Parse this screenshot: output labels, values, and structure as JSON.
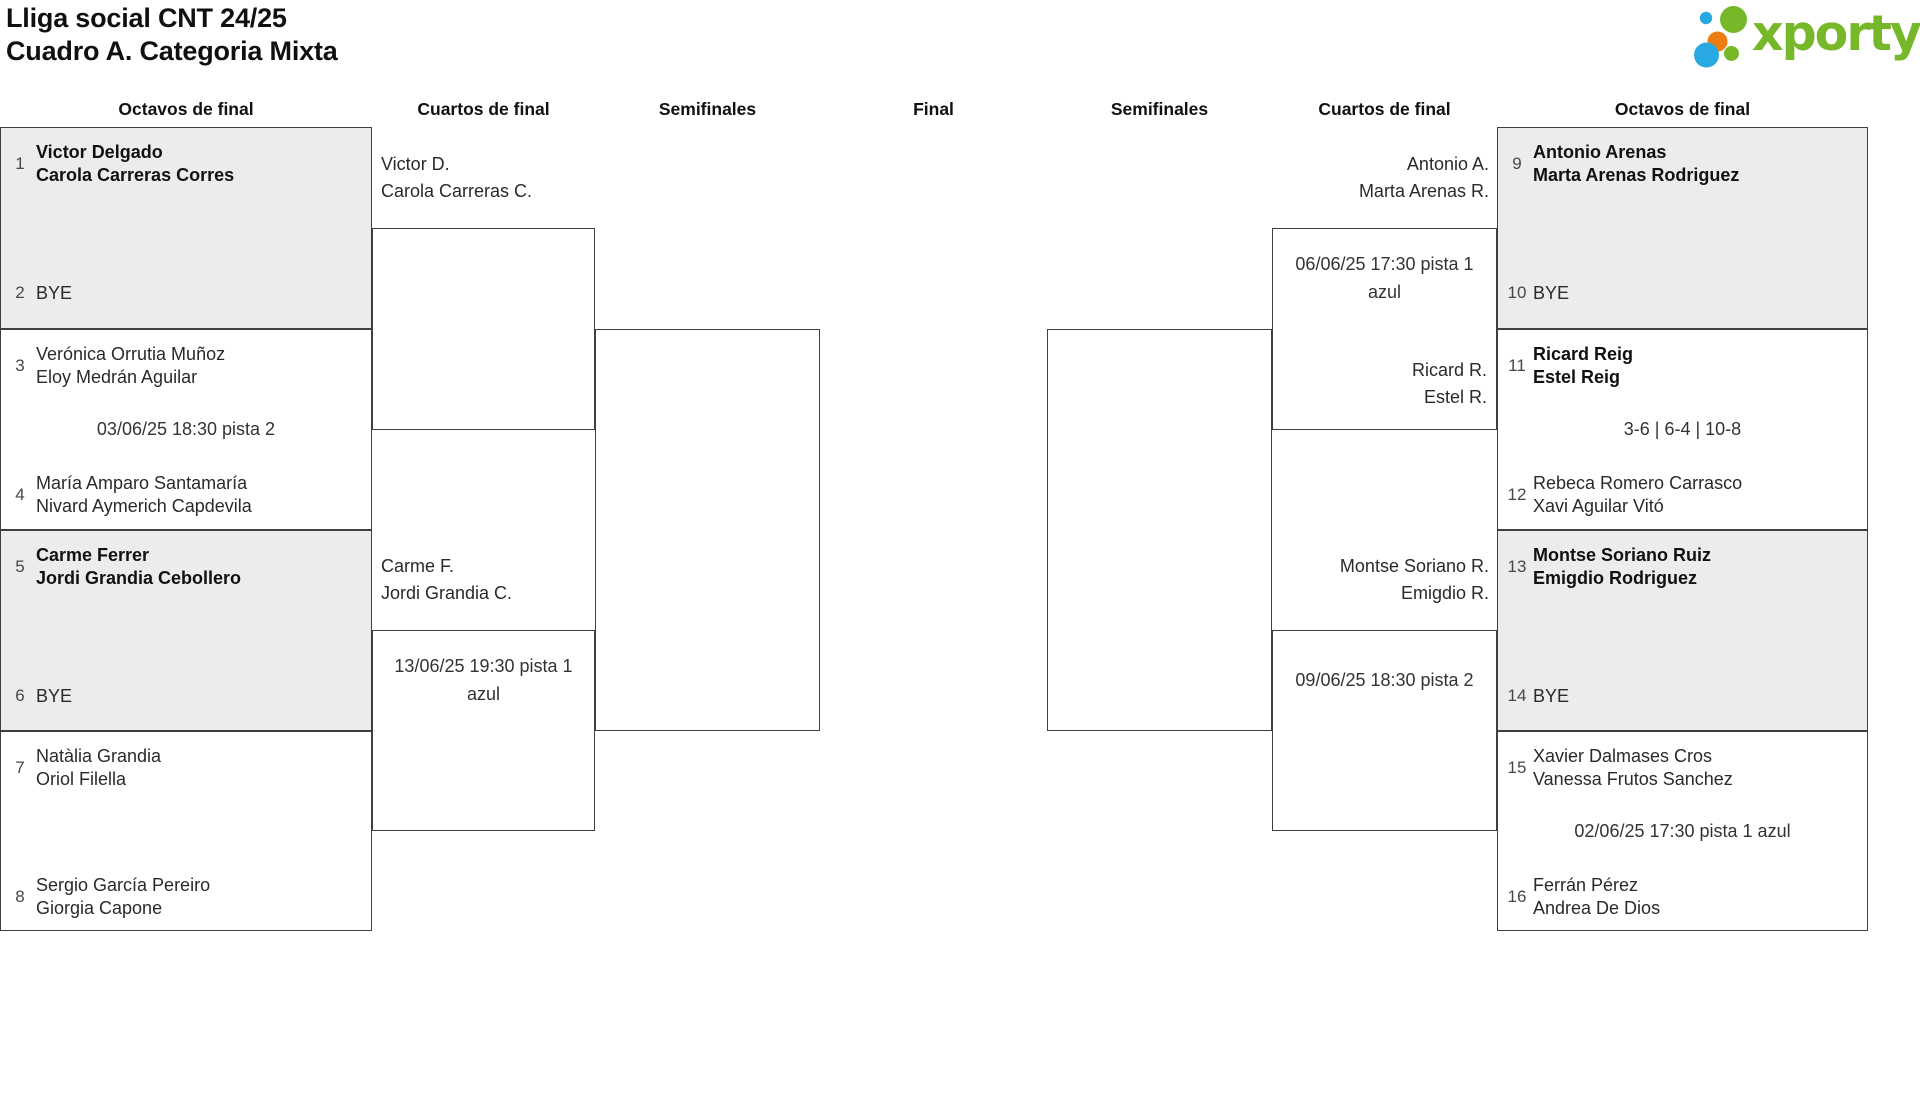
{
  "page": {
    "title_line1": "Lliga social CNT 24/25",
    "title_line2": "Cuadro A. Categoria Mixta"
  },
  "logo": {
    "brand": "xporty",
    "green": "#76b82a",
    "blue": "#29a9e1",
    "orange": "#ee7d11"
  },
  "round_headers": {
    "left_octavos": "Octavos de final",
    "left_cuartos": "Cuartos de final",
    "left_semis": "Semifinales",
    "final": "Final",
    "right_semis": "Semifinales",
    "right_cuartos": "Cuartos de final",
    "right_octavos": "Octavos de final"
  },
  "octavos": {
    "m1": {
      "seed_a": "1",
      "a1": "Victor Delgado",
      "a2": "Carola Carreras Corres",
      "seed_b": "2",
      "b1": "BYE",
      "b2": "",
      "center": ""
    },
    "m2": {
      "seed_a": "3",
      "a1": "Verónica Orrutia Muñoz",
      "a2": "Eloy Medrán Aguilar",
      "seed_b": "4",
      "b1": "María Amparo Santamaría",
      "b2": "Nivard Aymerich Capdevila",
      "center": "03/06/25 18:30 pista 2"
    },
    "m3": {
      "seed_a": "5",
      "a1": "Carme Ferrer",
      "a2": "Jordi Grandia Cebollero",
      "seed_b": "6",
      "b1": "BYE",
      "b2": "",
      "center": ""
    },
    "m4": {
      "seed_a": "7",
      "a1": "Natàlia Grandia",
      "a2": "Oriol Filella",
      "seed_b": "8",
      "b1": "Sergio García Pereiro",
      "b2": "Giorgia Capone",
      "center": ""
    },
    "m5": {
      "seed_a": "9",
      "a1": "Antonio Arenas",
      "a2": "Marta Arenas Rodriguez",
      "seed_b": "10",
      "b1": "BYE",
      "b2": "",
      "center": ""
    },
    "m6": {
      "seed_a": "11",
      "a1": "Ricard Reig",
      "a2": "Estel Reig",
      "seed_b": "12",
      "b1": "Rebeca Romero Carrasco",
      "b2": "Xavi Aguilar Vitó",
      "center": "3-6 | 6-4 | 10-8"
    },
    "m7": {
      "seed_a": "13",
      "a1": "Montse Soriano Ruiz",
      "a2": "Emigdio Rodriguez",
      "seed_b": "14",
      "b1": "BYE",
      "b2": "",
      "center": ""
    },
    "m8": {
      "seed_a": "15",
      "a1": "Xavier Dalmases Cros",
      "a2": "Vanessa Frutos Sanchez",
      "seed_b": "16",
      "b1": "Ferrán Pérez",
      "b2": "Andrea De Dios",
      "center": "02/06/25 17:30 pista 1 azul"
    }
  },
  "cuartos": {
    "lq1": {
      "above1": "Victor D.",
      "above2": "Carola Carreras C.",
      "date1": "",
      "date2": ""
    },
    "lq2": {
      "above1": "Carme F.",
      "above2": "Jordi Grandia C.",
      "date1": "13/06/25 19:30 pista 1",
      "date2": "azul"
    },
    "rq1": {
      "above1": "Antonio A.",
      "above2": "Marta Arenas R.",
      "date1": "06/06/25 17:30 pista 1",
      "date2": "azul",
      "below1": "Ricard R.",
      "below2": "Estel R."
    },
    "rq2": {
      "above1": "Montse Soriano R.",
      "above2": "Emigdio R.",
      "date1": "09/06/25 18:30 pista 2",
      "date2": ""
    }
  }
}
